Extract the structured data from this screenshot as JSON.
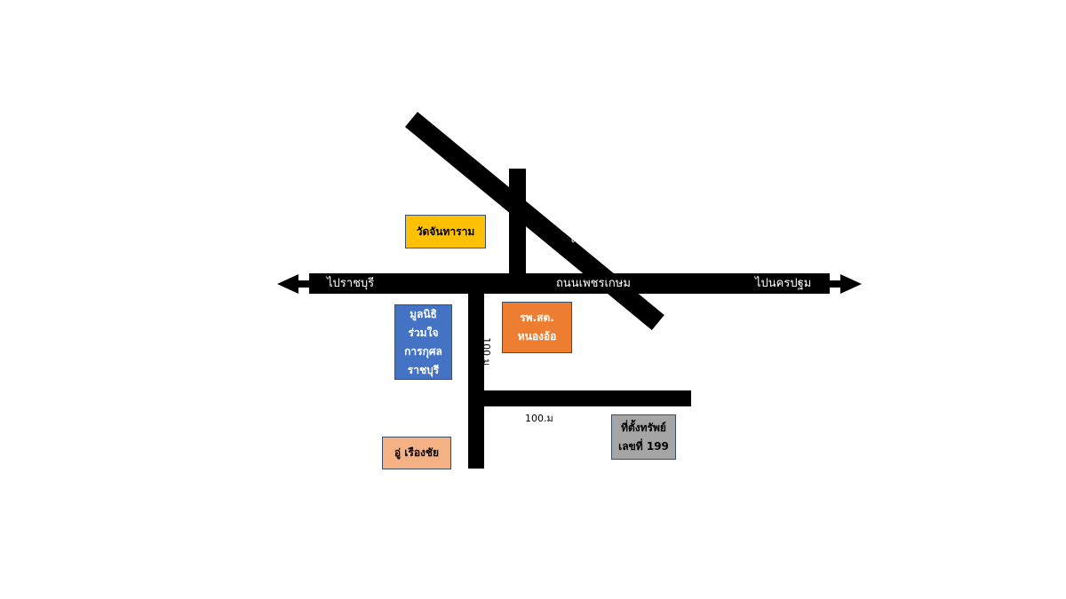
{
  "roads": {
    "main_road_label": "ถนนเพชรเกษม",
    "diagonal_road_label": "ถนน.แสงชูโต",
    "to_west_label": "ไปราชบุรี",
    "to_east_label": "ไปนครปฐม"
  },
  "distances": {
    "vertical": "100.ม",
    "horizontal": "100.ม"
  },
  "places": {
    "temple": {
      "lines": [
        "วัดจันทาราม"
      ],
      "color": "#FFC000"
    },
    "foundation": {
      "lines": [
        "มูลนิธิ",
        "ร่วมใจ",
        "การกุศล",
        "ราชบุรี"
      ],
      "color": "#4472C4"
    },
    "health_center": {
      "lines": [
        "รพ.สต.",
        "หนองอ้อ"
      ],
      "color": "#ED7D31"
    },
    "garage": {
      "lines": [
        "อู่ เรืองชัย"
      ],
      "color": "#F4B183"
    },
    "property": {
      "lines": [
        "ที่ตั้งทรัพย์",
        "เลขที่ 199"
      ],
      "color": "#A5A5A5"
    }
  }
}
